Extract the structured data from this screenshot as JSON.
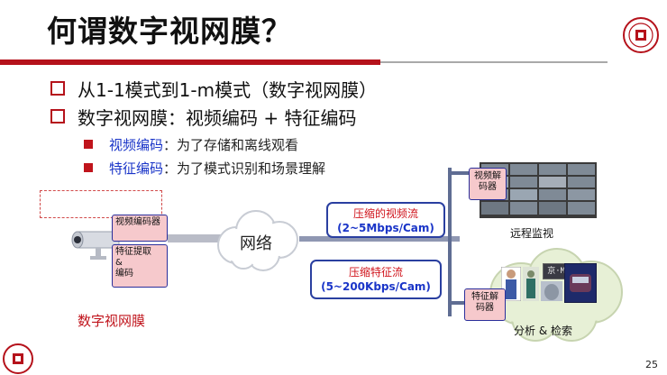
{
  "title": "何谓数字视网膜？",
  "bullets": [
    "从1-1模式到1-m模式（数字视网膜）",
    "数字视网膜：视频编码 + 特征编码"
  ],
  "sub_bullets": [
    {
      "term": "视频编码",
      "desc": "：为了存储和离线观看"
    },
    {
      "term": "特征编码",
      "desc": "：为了模式识别和场景理解"
    }
  ],
  "camera_boxes": {
    "video_encoder": "视频编码器",
    "feature_extract": [
      "特征提取",
      "&",
      "编码"
    ]
  },
  "network_label": "网络",
  "streams": {
    "video": {
      "label": "压缩的视频流",
      "rate": "(2~5Mbps/Cam)"
    },
    "feature": {
      "label": "压缩特征流",
      "rate": "(5~200Kbps/Cam)"
    }
  },
  "decoders": {
    "video": "视频解码器",
    "feature": "特征解码器"
  },
  "captions": {
    "remote_monitor": "远程监视",
    "analysis": "分析 & 检索",
    "plate": "京·M4565"
  },
  "retina_label": "数字视网膜",
  "page_number": "25",
  "colors": {
    "accent_red": "#b5121b",
    "accent_blue": "#1a35c8",
    "pink": "#f6c9cc"
  }
}
